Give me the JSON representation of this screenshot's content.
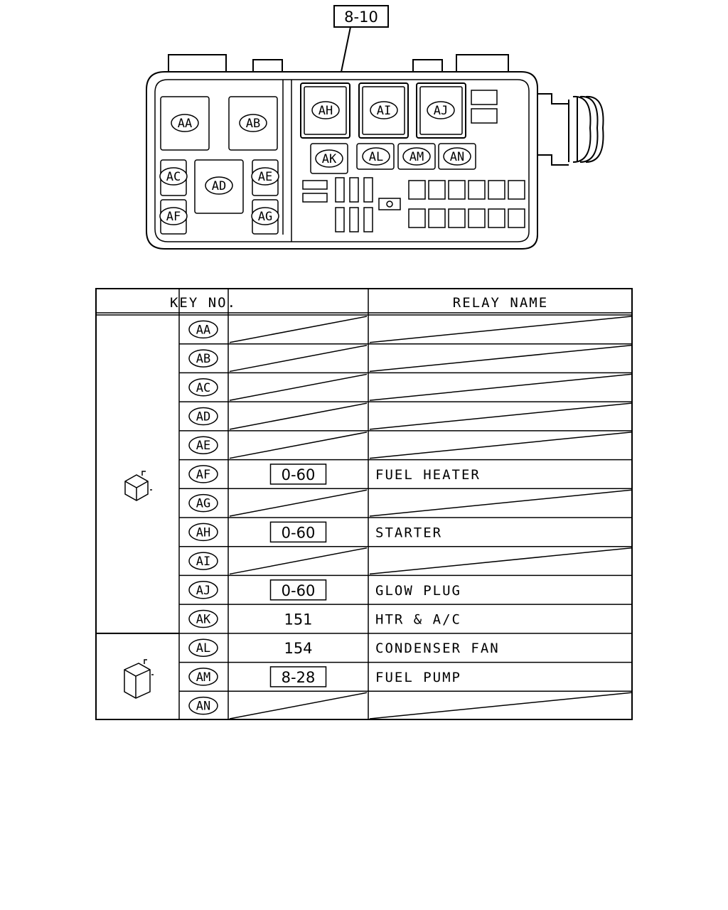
{
  "callout": "8-10",
  "box_slots": {
    "AA": "AA",
    "AB": "AB",
    "AC": "AC",
    "AD": "AD",
    "AE": "AE",
    "AF": "AF",
    "AG": "AG",
    "AH": "AH",
    "AI": "AI",
    "AJ": "AJ",
    "AK": "AK",
    "AL": "AL",
    "AM": "AM",
    "AN": "AN"
  },
  "table": {
    "headers": {
      "key": "KEY NO.",
      "relay": "RELAY NAME"
    },
    "rows": [
      {
        "id": "AA",
        "key": "",
        "boxed": false,
        "name": ""
      },
      {
        "id": "AB",
        "key": "",
        "boxed": false,
        "name": ""
      },
      {
        "id": "AC",
        "key": "",
        "boxed": false,
        "name": ""
      },
      {
        "id": "AD",
        "key": "",
        "boxed": false,
        "name": ""
      },
      {
        "id": "AE",
        "key": "",
        "boxed": false,
        "name": ""
      },
      {
        "id": "AF",
        "key": "0-60",
        "boxed": true,
        "name": "FUEL HEATER"
      },
      {
        "id": "AG",
        "key": "",
        "boxed": false,
        "name": ""
      },
      {
        "id": "AH",
        "key": "0-60",
        "boxed": true,
        "name": "STARTER"
      },
      {
        "id": "AI",
        "key": "",
        "boxed": false,
        "name": ""
      },
      {
        "id": "AJ",
        "key": "0-60",
        "boxed": true,
        "name": "GLOW PLUG"
      },
      {
        "id": "AK",
        "key": "151",
        "boxed": false,
        "name": "HTR & A/C"
      },
      {
        "id": "AL",
        "key": "154",
        "boxed": false,
        "name": "CONDENSER FAN"
      },
      {
        "id": "AM",
        "key": "8-28",
        "boxed": true,
        "name": "FUEL PUMP"
      },
      {
        "id": "AN",
        "key": "",
        "boxed": false,
        "name": ""
      }
    ]
  }
}
